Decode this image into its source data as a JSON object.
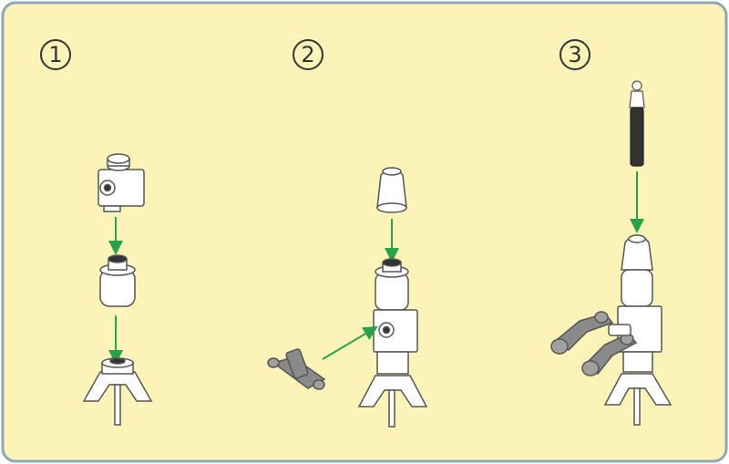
{
  "steps": [
    {
      "number": "1"
    },
    {
      "number": "2"
    },
    {
      "number": "3"
    }
  ],
  "colors": {
    "panel_background": "#fbf3b8",
    "panel_border": "#8ea8b8",
    "arrow": "#2aa14a",
    "brick_fill": "#ffffff",
    "brick_outline": "#555555",
    "dark_part": "#333333",
    "gray_part": "#8a8a8a"
  },
  "icons": [
    "rocket-part-icon",
    "assembly-arrow-icon"
  ]
}
